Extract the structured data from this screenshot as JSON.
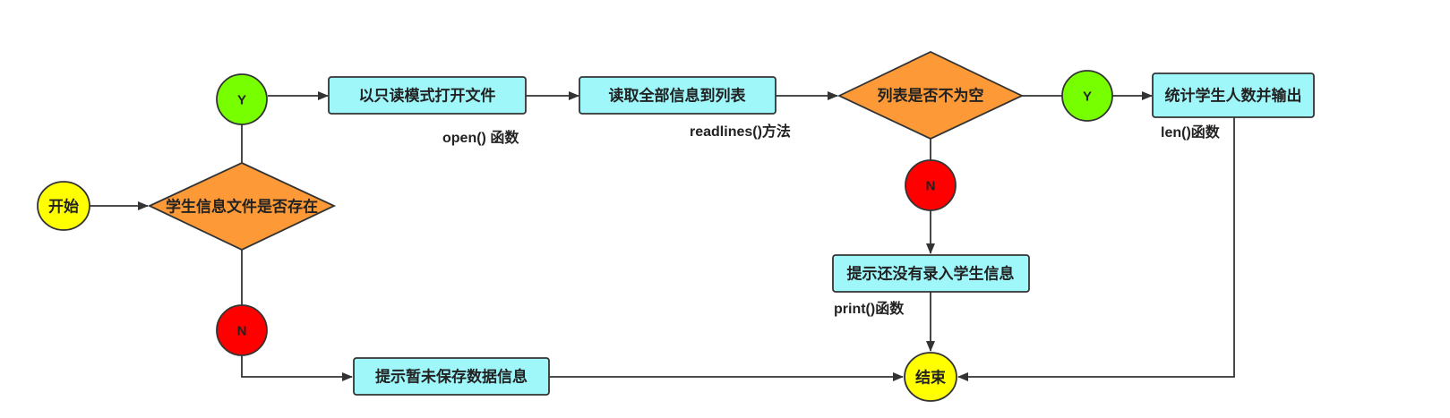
{
  "colors": {
    "process_fill": "#9ff7fa",
    "decision_fill": "#fd9a37",
    "terminal_fill": "#ffff00",
    "yes_fill": "#77ff00",
    "no_fill": "#ff0000",
    "stroke": "#333333"
  },
  "nodes": {
    "start": "开始",
    "decision_file_exists": "学生信息文件是否存在",
    "yes_1": "Y",
    "no_1": "N",
    "open_file": "以只读模式打开文件",
    "read_to_list": "读取全部信息到列表",
    "decision_list_not_empty": "列表是否不为空",
    "yes_2": "Y",
    "no_2": "N",
    "count_output": "统计学生人数并输出",
    "prompt_no_students": "提示还没有录入学生信息",
    "prompt_not_saved": "提示暂未保存数据信息",
    "end": "结束"
  },
  "notes": {
    "open_func": "open() 函数",
    "readlines_method": "readlines()方法",
    "len_func": "len()函数",
    "print_func": "print()函数"
  }
}
